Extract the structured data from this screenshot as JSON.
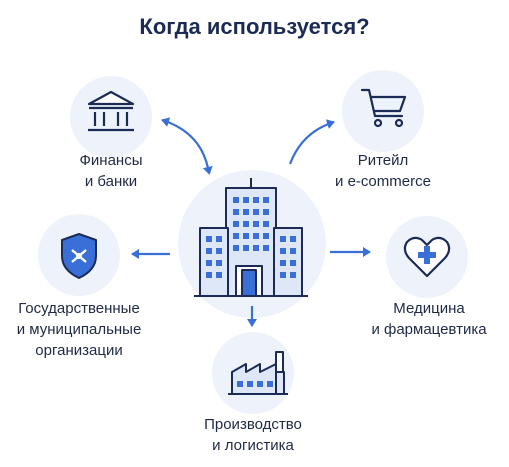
{
  "title": "Когда используется?",
  "colors": {
    "accent": "#3a6fd8",
    "dark": "#1b2b55",
    "circle": "#eef3fb"
  },
  "center": {
    "icon": "office-building-icon"
  },
  "nodes": {
    "finance": {
      "icon": "bank-icon",
      "line1": "Финансы",
      "line2": "и банки"
    },
    "retail": {
      "icon": "shopping-cart-icon",
      "line1": "Ритейл",
      "line2": "и e-commerce"
    },
    "government": {
      "icon": "shield-icon",
      "line1": "Государственные",
      "line2": "и муниципальные",
      "line3": "организации"
    },
    "medicine": {
      "icon": "heart-cross-icon",
      "line1": "Медицина",
      "line2": "и фармацевтика"
    },
    "production": {
      "icon": "factory-icon",
      "line1": "Производство",
      "line2": "и логистика"
    }
  }
}
